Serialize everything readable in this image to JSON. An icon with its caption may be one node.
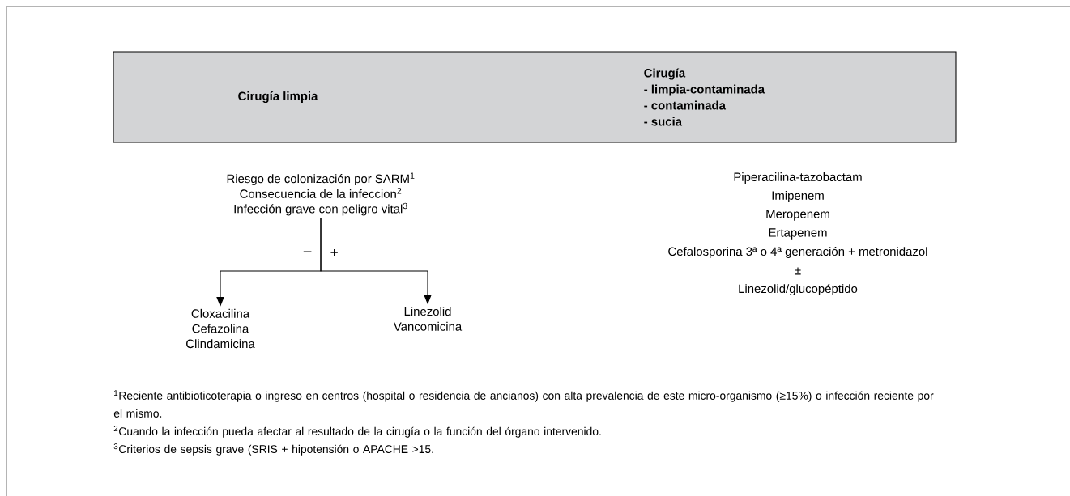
{
  "diagram": {
    "nodes": [
      {
        "text": [
          "Cirugía limpia",
          "Cirugía",
          "- limpia-contaminada",
          "- contaminada",
          "- sucia"
        ]
      },
      {
        "text": [
          "Riesgo de colonización por SARM$^{1}$",
          "Consecuencia de la infeccion$^{2}$",
          "Infección grave con peligro vital$^{3}$"
        ]
      },
      {
        "text": [
          "Cloxacilina",
          "Cefazolina",
          "Clindamicina"
        ]
      },
      {
        "text": [
          "Linezolid",
          "Vancomicina"
        ]
      }
    ],
    "edges": [
      {
        "from": 1,
        "to": 2,
        "arrow": "to",
        "label": "–"
      },
      {
        "from": 1,
        "to": 3,
        "arrow": "to",
        "label": "+"
      }
    ],
    "labels": [
      "Piperacilina-tazobactam",
      "Imipenem",
      "Meropenem",
      "Ertapenem",
      "Cefalosporina 3ª o 4ª generación + metronidazol",
      "±",
      "Linezolid/glucopéptido",
      "$^{1}$Reciente antibioticoterapia o ingreso en centros (hospital o residencia de ancianos) con alta prevalencia de este micro-organismo (≥15%) o infección reciente por el mismo.",
      "$^{2}$Cuando la infección pueda afectar al resultado de la cirugía o la función del órgano intervenido.",
      "$^{3}$Criterios de sepsis grave (SRIS + hipotensión o APACHE >15."
    ]
  }
}
